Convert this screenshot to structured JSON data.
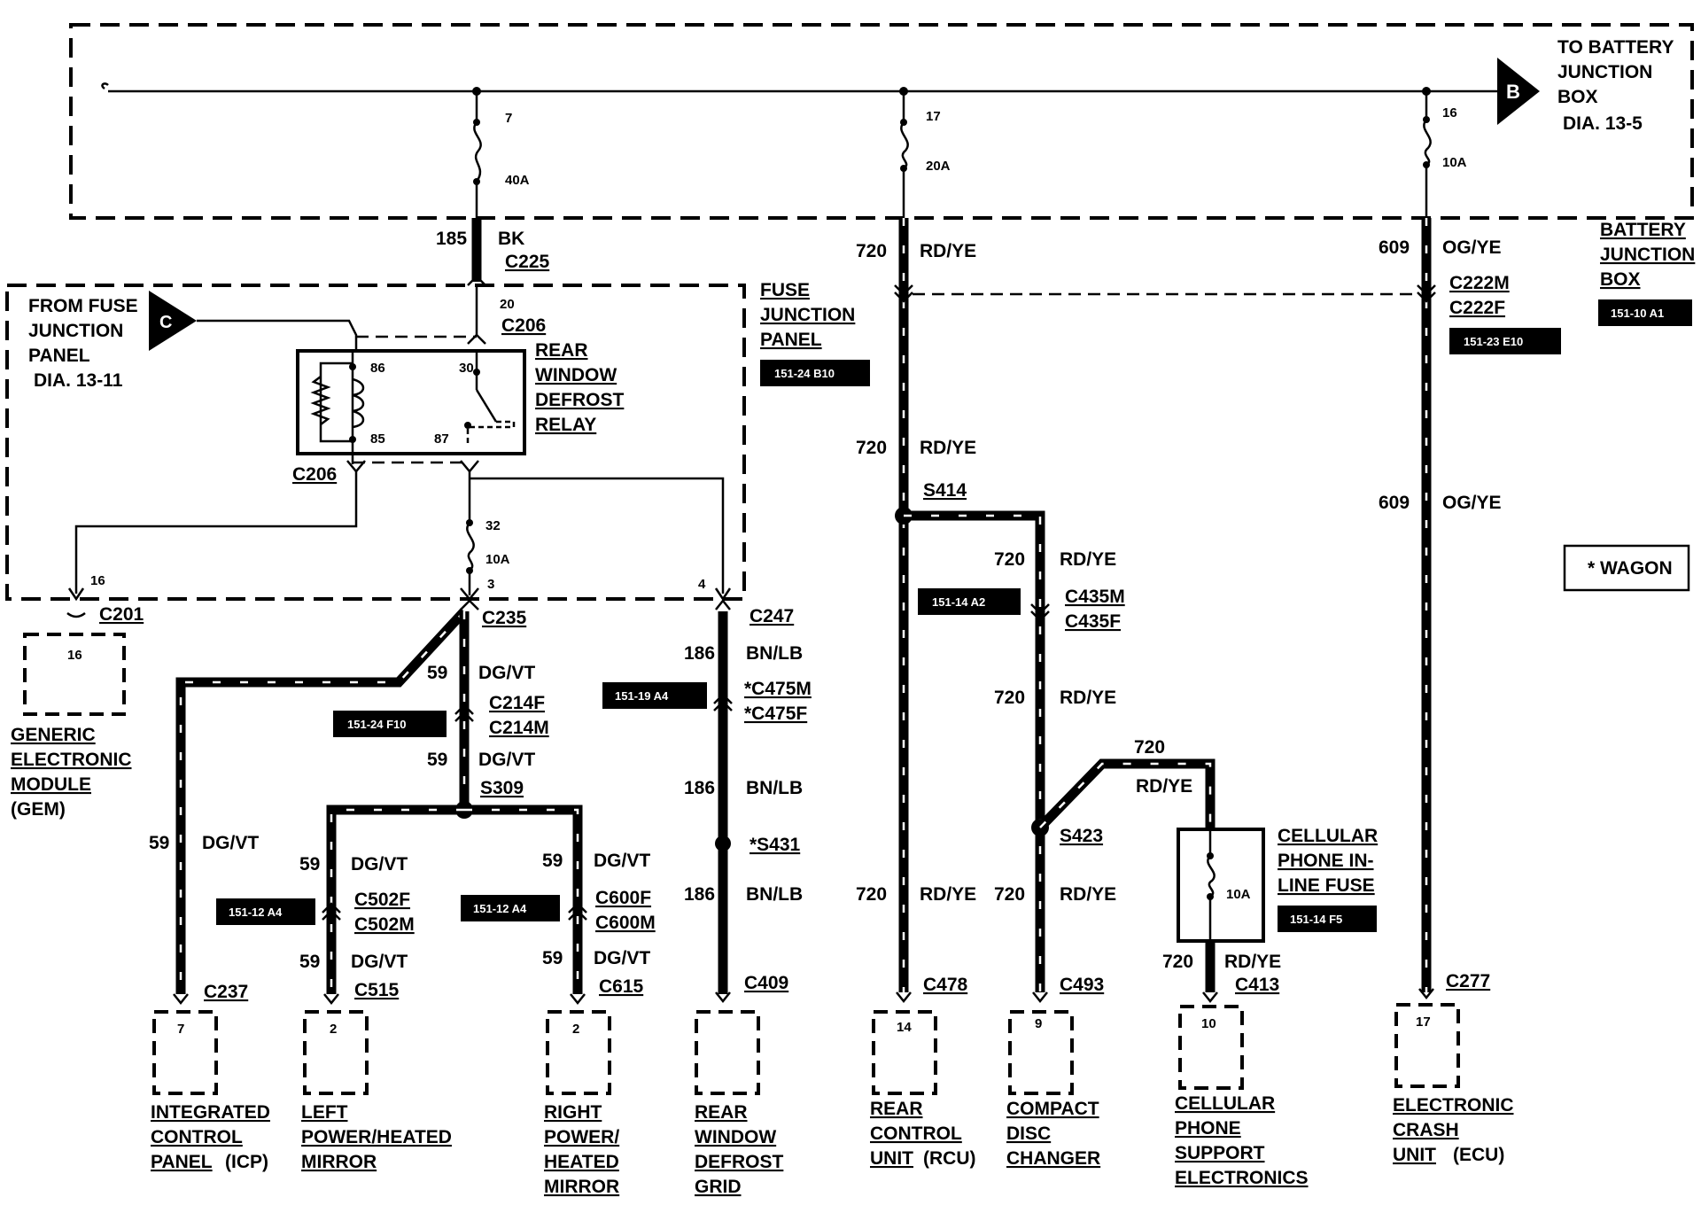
{
  "battery_box": {
    "to_label": [
      "TO BATTERY",
      "JUNCTION",
      "BOX",
      "DIA. 13-5"
    ],
    "connector_letter": "B",
    "label": [
      "BATTERY",
      "JUNCTION",
      "BOX"
    ],
    "ref": "151-10 A1"
  },
  "fuses_battery": [
    {
      "num": "7",
      "rating": "40A"
    },
    {
      "num": "17",
      "rating": "20A"
    },
    {
      "num": "16",
      "rating": "10A"
    }
  ],
  "fuse_panel": {
    "label": [
      "FUSE",
      "JUNCTION",
      "PANEL"
    ],
    "ref": "151-24 B10",
    "from_label": [
      "FROM FUSE",
      "JUNCTION",
      "PANEL",
      "DIA. 13-11"
    ],
    "connector_letter": "C"
  },
  "relay": {
    "label": [
      "REAR",
      "WINDOW",
      "DEFROST",
      "RELAY"
    ],
    "pins": [
      "86",
      "30",
      "85",
      "87"
    ]
  },
  "wires": {
    "w185": "185",
    "bk": "BK",
    "w720": "720",
    "rdye": "RD/YE",
    "w609": "609",
    "ogye": "OG/YE",
    "w59": "59",
    "dgvt": "DG/VT",
    "w186": "186",
    "bnlb": "BN/LB"
  },
  "connectors": {
    "c225": "C225",
    "c206": "C206",
    "c206b": "C206",
    "c206_pin": "20",
    "c222m": "C222M",
    "c222f": "C222F",
    "c201": "C201",
    "c201_pin": "16",
    "c235": "C235",
    "c235_pin": "3",
    "c247": "C247",
    "c247_pin": "4",
    "fuse32": "32",
    "fuse32_rating": "10A",
    "c214f": "C214F",
    "c214m": "C214M",
    "s309": "S309",
    "c502f": "C502F",
    "c502m": "C502M",
    "c600f": "C600F",
    "c600m": "C600M",
    "c475m": "*C475M",
    "c475f": "*C475F",
    "s431": "*S431",
    "s414": "S414",
    "c435m": "C435M",
    "c435f": "C435F",
    "s423": "S423",
    "c237": "C237",
    "c515": "C515",
    "c615": "C615",
    "c409": "C409",
    "c478": "C478",
    "c493": "C493",
    "c413": "C413",
    "c277": "C277"
  },
  "refs": {
    "r1": "151-23 E10",
    "r2": "151-14 A2",
    "r3": "151-24 F10",
    "r4": "151-19 A4",
    "r5": "151-12 A4",
    "r6": "151-12 A4",
    "r7": "151-14 F5"
  },
  "cell_fuse": {
    "label": [
      "CELLULAR",
      "PHONE IN-",
      "LINE FUSE"
    ],
    "rating": "10A"
  },
  "wagon_note": "* WAGON",
  "components": [
    {
      "pin": "16",
      "label": [
        "GENERIC",
        "ELECTRONIC",
        "MODULE"
      ],
      "extra": "(GEM)"
    },
    {
      "pin": "7",
      "label": [
        "INTEGRATED",
        "CONTROL",
        "PANEL"
      ],
      "extra": "(ICP)"
    },
    {
      "pin": "2",
      "label": [
        "LEFT",
        "POWER/HEATED",
        "MIRROR"
      ],
      "extra": ""
    },
    {
      "pin": "2",
      "label": [
        "RIGHT",
        "POWER/",
        "HEATED",
        "MIRROR"
      ],
      "extra": ""
    },
    {
      "pin": "",
      "label": [
        "REAR",
        "WINDOW",
        "DEFROST",
        "GRID"
      ],
      "extra": ""
    },
    {
      "pin": "14",
      "label": [
        "REAR",
        "CONTROL",
        "UNIT"
      ],
      "extra": "(RCU)"
    },
    {
      "pin": "9",
      "label": [
        "COMPACT",
        "DISC",
        "CHANGER"
      ],
      "extra": ""
    },
    {
      "pin": "10",
      "label": [
        "CELLULAR",
        "PHONE",
        "SUPPORT",
        "ELECTRONICS"
      ],
      "extra": ""
    },
    {
      "pin": "17",
      "label": [
        "ELECTRONIC",
        "CRASH",
        "UNIT"
      ],
      "extra": "(ECU)"
    }
  ]
}
